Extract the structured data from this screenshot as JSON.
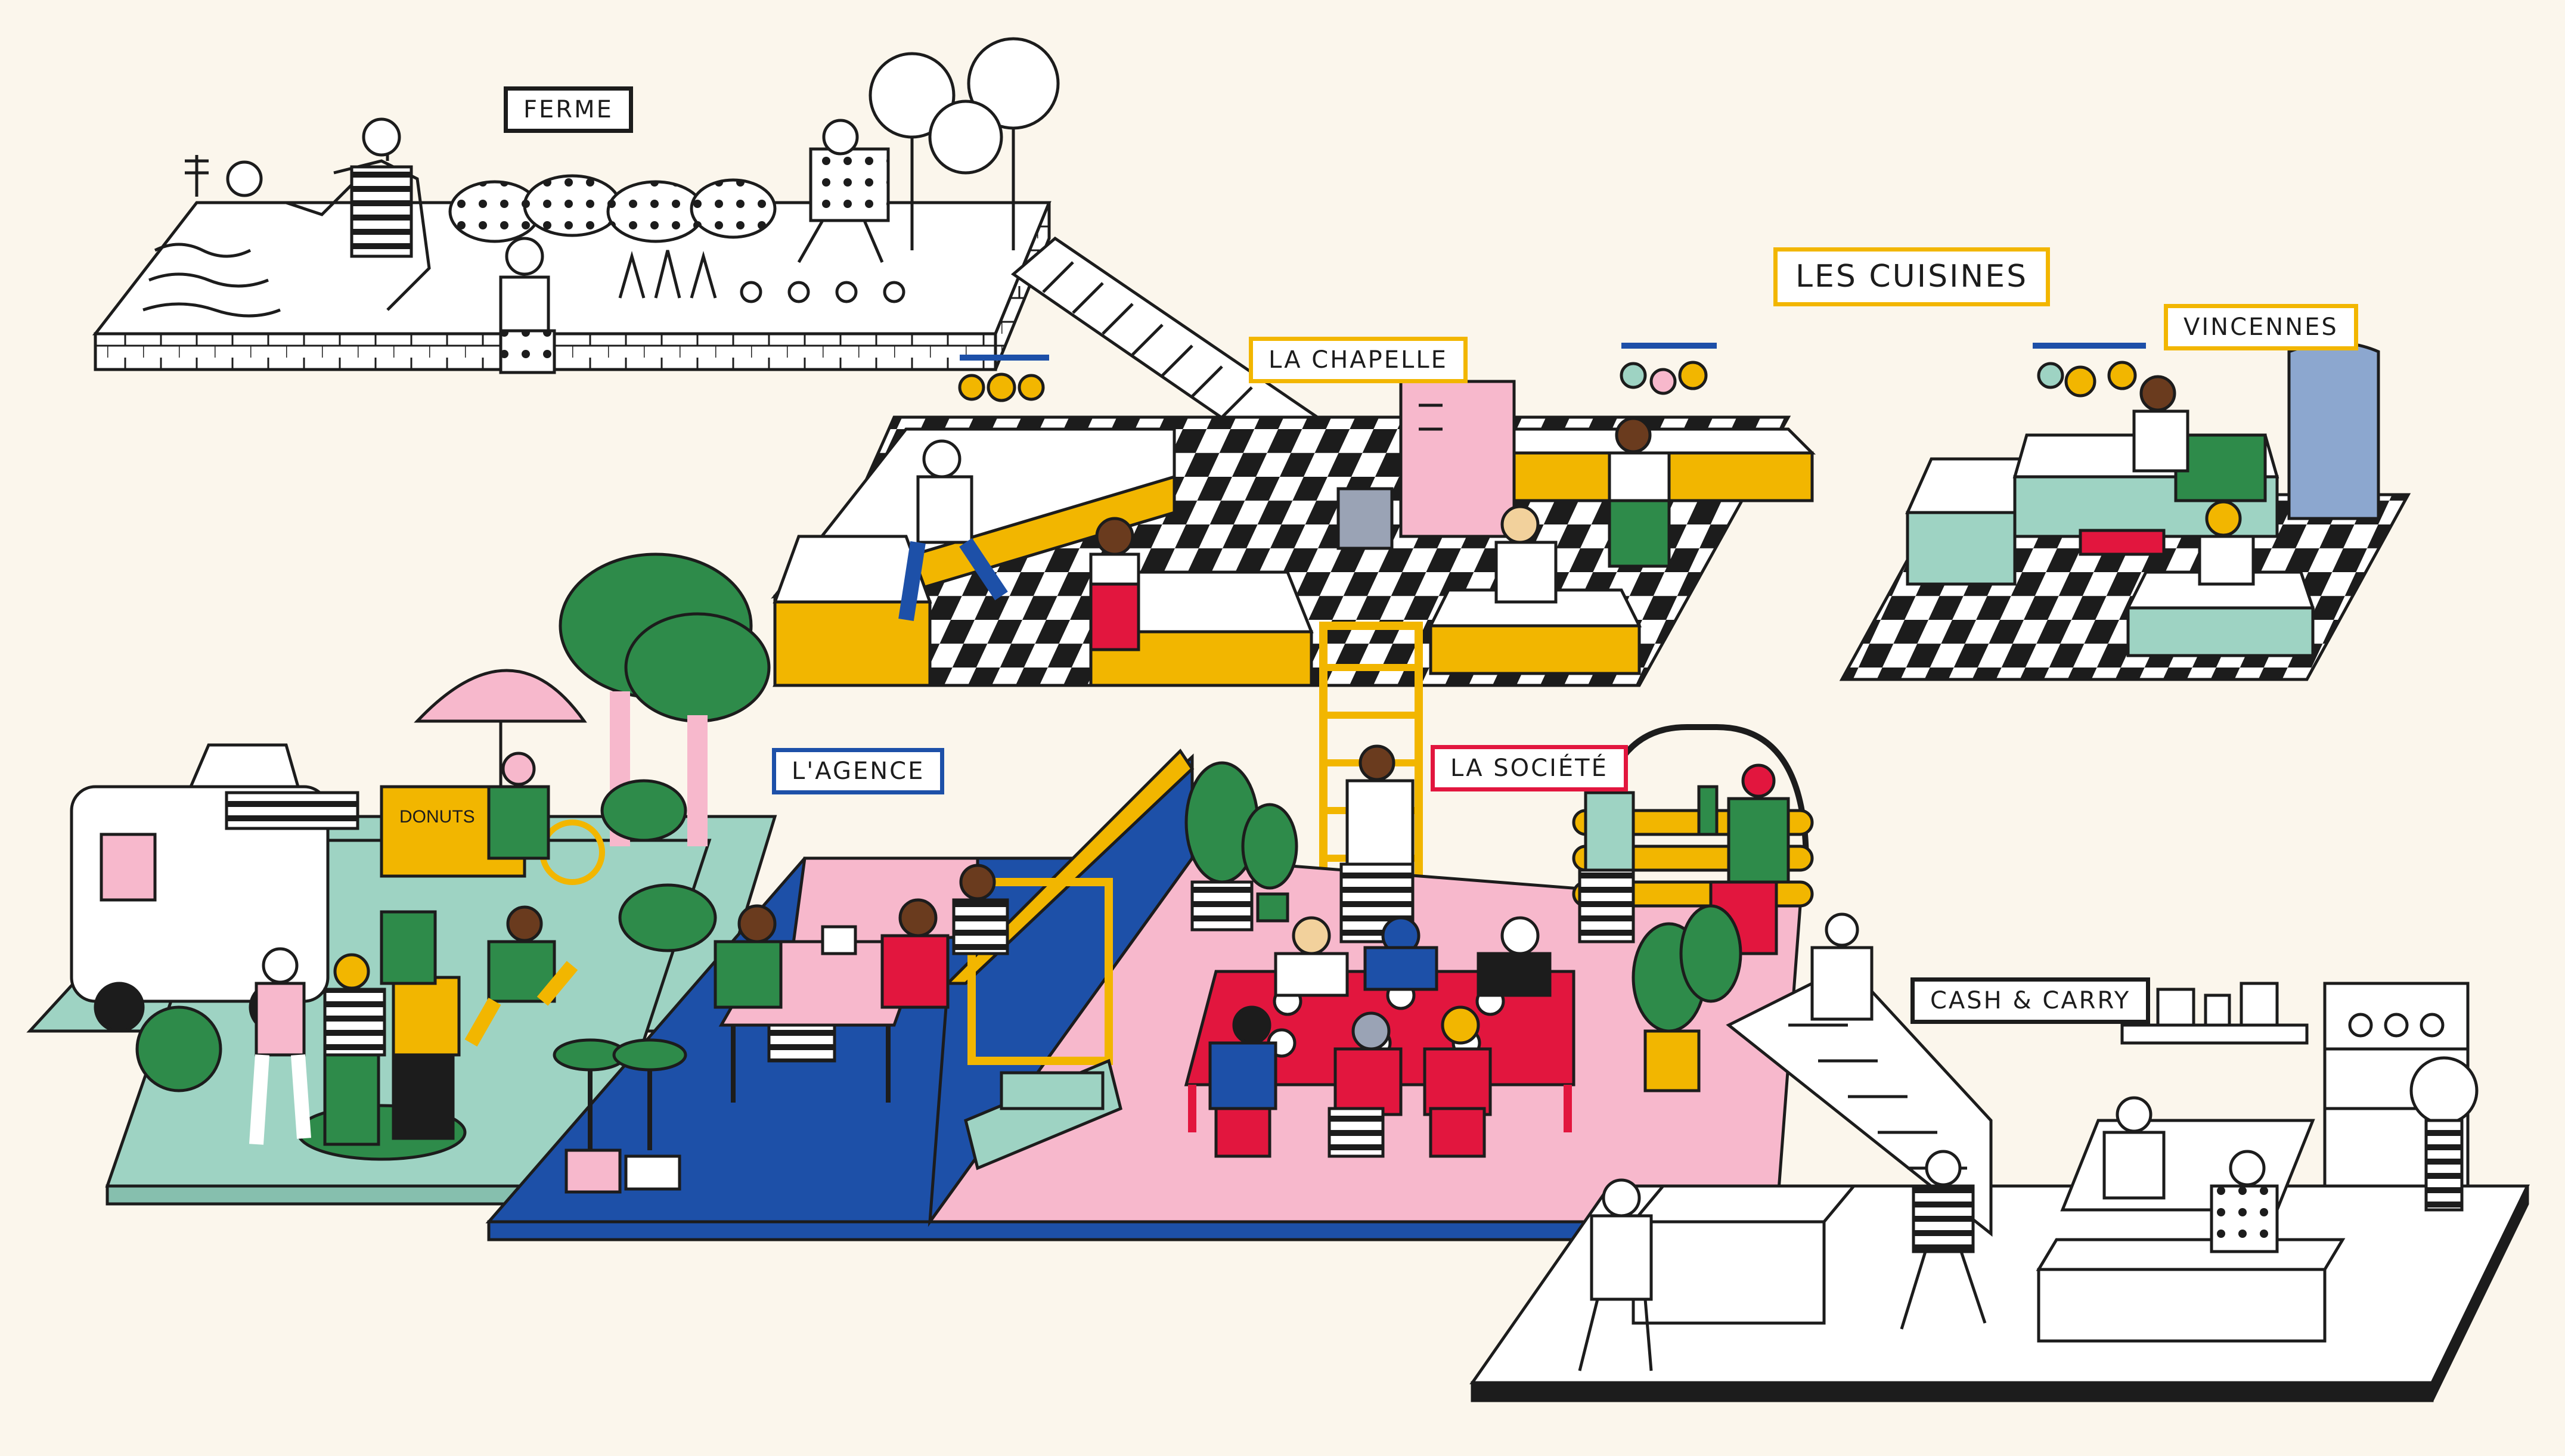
{
  "labels": {
    "ferme": "FERME",
    "les_cuisines": "LES CUISINES",
    "la_chapelle": "LA CHAPELLE",
    "vincennes": "VINCENNES",
    "agence": "L'AGENCE",
    "societe": "LA SOCIÉTÉ",
    "cash_carry": "CASH & CARRY",
    "donuts": "DONUTS"
  },
  "colors": {
    "background": "#fbf6ec",
    "yellow": "#f2b600",
    "pink": "#f7b8cc",
    "red": "#e2163e",
    "blue": "#1d50a8",
    "mint": "#9ed3c3",
    "green": "#2e8b4a",
    "ink": "#1c1c1c"
  }
}
